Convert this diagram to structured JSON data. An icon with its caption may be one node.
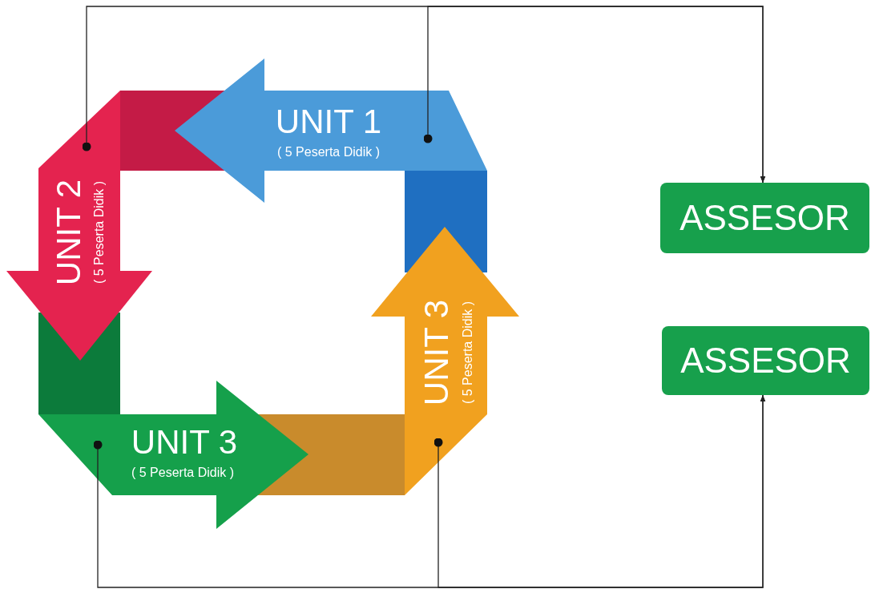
{
  "diagram": {
    "nodes": [
      {
        "text": [
          "UNIT 1",
          "( 5 Peserta Didik )"
        ]
      },
      {
        "text": [
          "UNIT 2",
          "( 5 Peserta Didik )"
        ]
      },
      {
        "text": [
          "UNIT 3",
          "( 5 Peserta Didik )"
        ]
      },
      {
        "text": [
          "UNIT 3",
          "( 5 Peserta Didik )"
        ]
      },
      {
        "text": [
          "ASSESOR"
        ]
      },
      {
        "text": [
          "ASSESOR"
        ]
      }
    ],
    "edges": [
      {
        "from": 0,
        "to": 4,
        "arrow": "to"
      },
      {
        "from": 1,
        "to": 4,
        "arrow": "to"
      },
      {
        "from": 2,
        "to": 5,
        "arrow": "to"
      },
      {
        "from": 3,
        "to": 5,
        "arrow": "to"
      }
    ]
  }
}
